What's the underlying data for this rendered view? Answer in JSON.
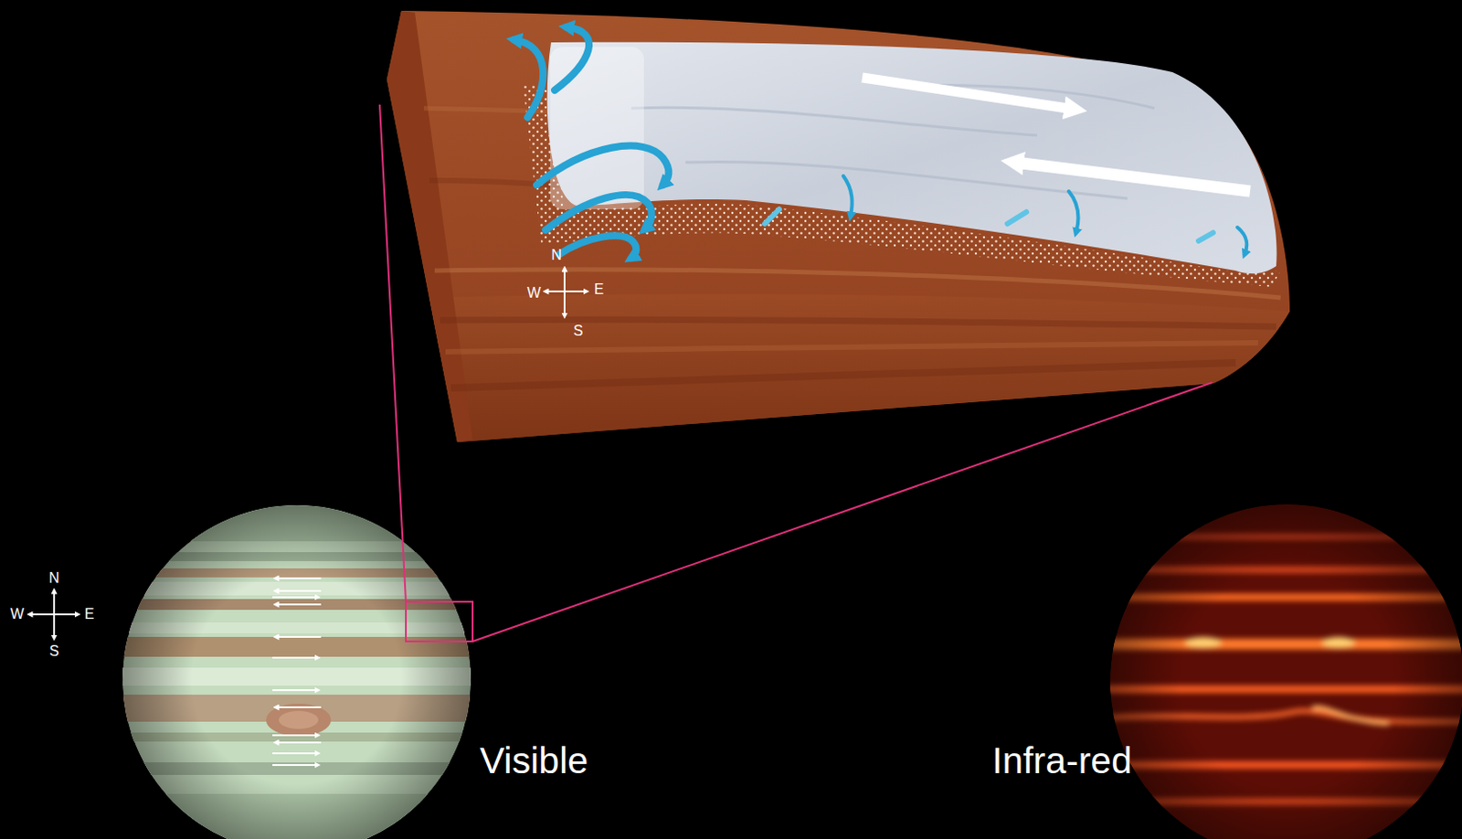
{
  "diagram": {
    "labels": [
      "N",
      "W",
      "E",
      "S",
      "N",
      "W",
      "E",
      "S",
      "Visible",
      "Infra-red"
    ]
  }
}
